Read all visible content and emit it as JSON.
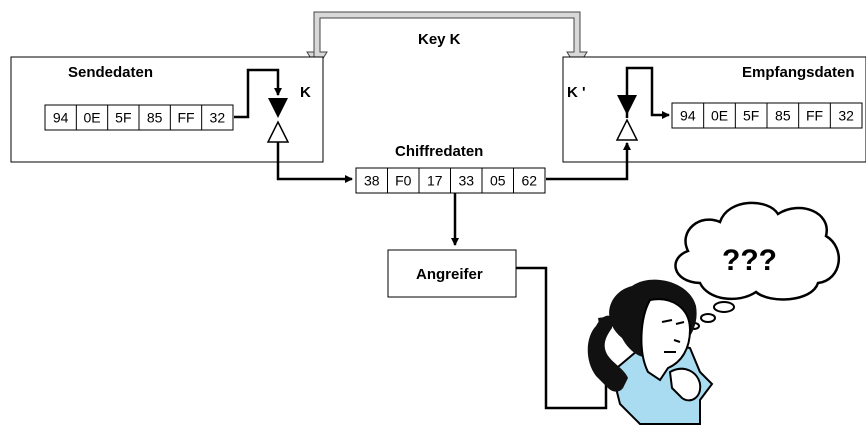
{
  "sender": {
    "title": "Sendedaten",
    "key_label": "K",
    "bytes": [
      "94",
      "0E",
      "5F",
      "85",
      "FF",
      "32"
    ]
  },
  "receiver": {
    "title": "Empfangsdaten",
    "key_label": "K '",
    "bytes": [
      "94",
      "0E",
      "5F",
      "85",
      "FF",
      "32"
    ]
  },
  "channel": {
    "key_title": "Key K",
    "cipher_title": "Chiffredaten",
    "cipher_bytes": [
      "38",
      "F0",
      "17",
      "33",
      "05",
      "62"
    ]
  },
  "attacker": {
    "label": "Angreifer",
    "thought": "???"
  },
  "colors": {
    "key_path": "#c8c8c8",
    "lines": "#000000",
    "shirt": "#a9dcf0"
  }
}
